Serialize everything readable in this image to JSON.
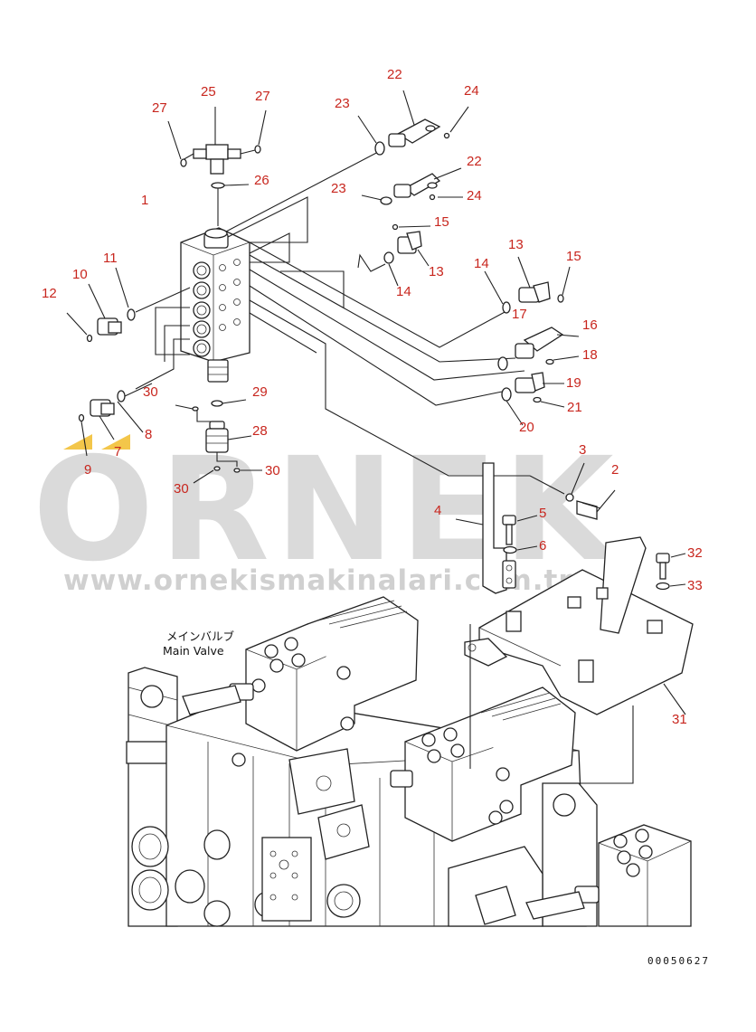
{
  "diagram": {
    "main_valve_label_jp": "メインバルブ",
    "main_valve_label_en": "Main Valve",
    "drawing_number": "00050627"
  },
  "watermark": {
    "brand": "ORNEK",
    "url": "www.ornekismakinalari.com.tr"
  },
  "callouts": [
    {
      "id": "c1",
      "text": "1"
    },
    {
      "id": "c2",
      "text": "2"
    },
    {
      "id": "c3",
      "text": "3"
    },
    {
      "id": "c4",
      "text": "4"
    },
    {
      "id": "c5",
      "text": "5"
    },
    {
      "id": "c6",
      "text": "6"
    },
    {
      "id": "c7",
      "text": "7"
    },
    {
      "id": "c8",
      "text": "8"
    },
    {
      "id": "c9",
      "text": "9"
    },
    {
      "id": "c10",
      "text": "10"
    },
    {
      "id": "c11",
      "text": "11"
    },
    {
      "id": "c12",
      "text": "12"
    },
    {
      "id": "c13a",
      "text": "13"
    },
    {
      "id": "c13b",
      "text": "13"
    },
    {
      "id": "c14a",
      "text": "14"
    },
    {
      "id": "c14b",
      "text": "14"
    },
    {
      "id": "c15a",
      "text": "15"
    },
    {
      "id": "c15b",
      "text": "15"
    },
    {
      "id": "c16",
      "text": "16"
    },
    {
      "id": "c17",
      "text": "17"
    },
    {
      "id": "c18",
      "text": "18"
    },
    {
      "id": "c19",
      "text": "19"
    },
    {
      "id": "c20",
      "text": "20"
    },
    {
      "id": "c21",
      "text": "21"
    },
    {
      "id": "c22a",
      "text": "22"
    },
    {
      "id": "c22b",
      "text": "22"
    },
    {
      "id": "c23a",
      "text": "23"
    },
    {
      "id": "c23b",
      "text": "23"
    },
    {
      "id": "c24a",
      "text": "24"
    },
    {
      "id": "c24b",
      "text": "24"
    },
    {
      "id": "c25",
      "text": "25"
    },
    {
      "id": "c26",
      "text": "26"
    },
    {
      "id": "c27a",
      "text": "27"
    },
    {
      "id": "c27b",
      "text": "27"
    },
    {
      "id": "c28",
      "text": "28"
    },
    {
      "id": "c29",
      "text": "29"
    },
    {
      "id": "c30a",
      "text": "30"
    },
    {
      "id": "c30b",
      "text": "30"
    },
    {
      "id": "c30c",
      "text": "30"
    },
    {
      "id": "c31",
      "text": "31"
    },
    {
      "id": "c32",
      "text": "32"
    },
    {
      "id": "c33",
      "text": "33"
    }
  ],
  "colors": {
    "callout": "#c8261e",
    "line": "#222222",
    "watermark": "#cfcfcf",
    "watermark_accent": "#f3c64a"
  }
}
